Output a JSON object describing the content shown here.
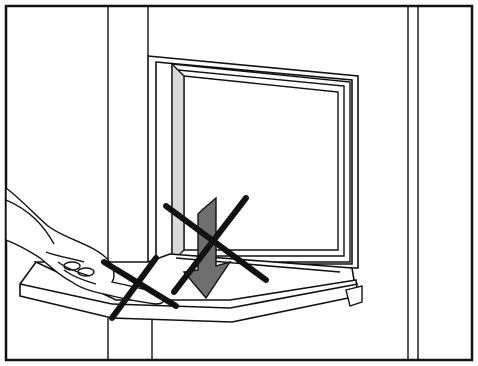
{
  "figure": {
    "kind": "line-art-instruction-illustration",
    "depicts": [
      "oven-door-open",
      "hand-pressing-door-edge",
      "prohibited-marks"
    ],
    "colors": {
      "stroke": "#111111",
      "background": "#ffffff",
      "arrow_fill": "#6f6f6f",
      "glass_shade": "#d9d9d9",
      "cross": "#111111"
    },
    "icons": [
      "hand-icon",
      "down-arrow-icon",
      "prohibited-cross-icon"
    ]
  }
}
